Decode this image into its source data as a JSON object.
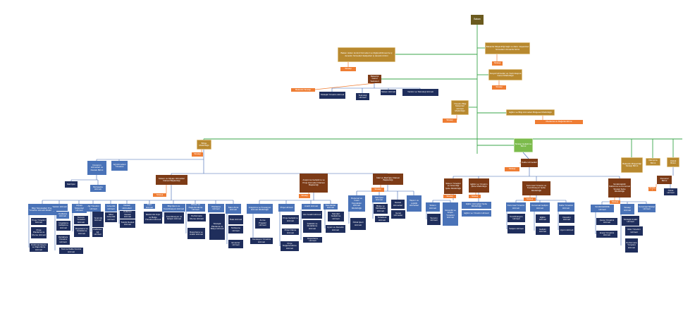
{
  "colors": {
    "root": "#6b5a1e",
    "gold": "#b8892f",
    "brown": "#7d3b16",
    "orange": "#ef7d33",
    "blue": "#4a73b8",
    "navy": "#1f2e5c",
    "green": "#7cbb4c",
    "spine": "#3aa64a",
    "link": "#3b64b0"
  },
  "nodes": {
    "r0": "Bakan",
    "t1": "Bakanlık Müşavirliği bağlı ve daire müşavirleri hizmetleri Uzmanlık birimi",
    "t1a": "Strateji",
    "t2": "Bakan üstten kontrol hizmetleri ve bilgilendirilmesi ile iç denetim hizmetleri faaliyetleri iç denetim birimi",
    "t2a": "Strateji",
    "t3": "Bakanlık Genel Sekreteri",
    "t3a": "Bakanlık Strateji",
    "t3b": "Stratejik Yönetim Hizmeti",
    "t3c": "Teknoloji Hizmeti",
    "t3d": "Sistem Hizmeti",
    "t3e": "Yazılım ve Teknoloji Hizmeti",
    "t4": "Sosyal Hizmetler ve Yardımlaşma Genel Müdürlüğü",
    "t4a": "Strateji",
    "t5": "Yönetim Bilgi Sistemleri Hizmeti Müdürlüğü",
    "t5a": "Strateji",
    "t6": "Eğitim ve Bilgi Hizmetleri Bölgesel Müdürlüğü",
    "t6a": "Planlama ve Değerlendirme",
    "L0": "Bölge Müdürlüğü",
    "L0a": "Strateji",
    "L1": "Donanım Hizmetleri ve Destek Birimi",
    "L2": "Ağ Hizmetleri Yönetimi",
    "L3": "Mali İşler",
    "L4": "Muhasebe Hizmeti",
    "L5": "Sistem ve Altyapı Hizmetleri Dairesi Başkanlığı",
    "L5a": "Strateji",
    "A1h": "Bilgi Teknolojileri Proje Yönetimi Hizmeti Müdürlüğü",
    "A1a": "Proje Yönetimi Hizmeti",
    "A1b": "Proje Planlama ve İzleme Hizmeti",
    "A1c": "Dokümantasyon ve Raporlama Hizmeti",
    "A2h": "Yazılım Hizmeti",
    "A2s": "Kodlama Hizmeti",
    "A2a": "Uygulama Geliştirme Hizmeti",
    "A2b": "Veritabanı Yönetimi Hizmeti",
    "A2c": "Test ve Kalite Kontrol Hizmeti",
    "A3h": "Altyapı Sistemleri Hizmeti",
    "A3a": "Sunucu Yönetimi Hizmeti",
    "A3b": "Depolama ve Yedekleme Hizmeti",
    "A4h": "Ağ Yönetimi Hizmeti",
    "A4a": "Yerel Ağ Hizmeti",
    "A4b": "Kablosuz Ağ Hizmeti",
    "A5h": "Güvenlik Hizmeti",
    "A5a": "Siber Güvenlik Hizmeti",
    "A6h": "Destek Hizmetleri",
    "A6a": "Kullanıcı Destek Hizmeti",
    "A6b": "Teknik Destek Hizmeti",
    "A7h": "Arşiv Hizmeti",
    "A7a": "Elektronik Arşiv ve Belge Yönetimi Hizmeti",
    "A8h": "Bilgi İşlem ve Koordinasyon Hizmeti",
    "A8a": "Koordinasyon ve İletişim Hizmeti",
    "A9h": "İzleme ve Değerlendirme Hizmeti",
    "A9a": "Performans İzleme Hizmeti",
    "A9b": "Raporlama ve Analiz Hizmeti",
    "A10h": "Planlama Hizmeti",
    "A10a": "Stratejik Planlama ve Bütçe Hizmeti",
    "A11h": "Satın Alma Hizmeti",
    "A11a": "İhale Hizmeti",
    "A11b": "Sözleşme Hizmeti",
    "A11c": "Envanter Hizmeti",
    "M0": "Araştırma Geliştirme ve Proje Hizmetleri Dairesi Başkanlığı",
    "M0a": "Strateji",
    "M1h": "Araştırma ve İnovasyon Hizmeti Müdürlüğü",
    "M1a": "Ar-Ge Projeleri Hizmeti",
    "M1b": "İnovasyon Yönetimi Hizmeti",
    "M2h": "Proje Hizmeti",
    "M2a": "Proje Geliştirme Hizmeti",
    "M2b": "Proje İzleme Hizmeti",
    "M2c": "Proje Değerlendirme Hizmeti",
    "M3h": "Analiz Hizmeti",
    "M3a": "Veri Analizi Hizmeti",
    "M3b": "İstatistik ve Modelleme Hizmeti",
    "M3c": "Raporlama Hizmeti",
    "M4h": "Standartlar Hizmeti",
    "M4a": "Standart Geliştirme Hizmeti",
    "M4b": "Uyum ve Denetim Hizmeti",
    "I0": "İdari ve Mali İşler Dairesi Başkanlığı",
    "I0a": "Strateji",
    "I1h": "Personel ve İnsan Kaynakları Hizmeti Müdürlüğü",
    "I1a": "Özlük İşleri Hizmeti",
    "I2h": "Mali İşler Hizmeti",
    "I2a": "Bütçe ve Muhasebe Hizmeti",
    "I2b": "Tahakkuk Hizmeti",
    "I3a": "Destek Hizmetleri",
    "I3b": "Genel Hizmetler",
    "I4h": "Taşınır ve Lojistik Hizmetleri",
    "R0": "Strateji Geliştirme Birimi",
    "R1": "Kalite Hizmetleri",
    "R1a": "Strateji",
    "R2": "Sistem Yönetimi ve Güvenliği Şube Müdürlüğü",
    "R2a": "Strateji",
    "R2b": "Sistem Hizmeti",
    "R2c": "Sunucu Hizmeti",
    "R2d": "Güvenlik ve Erişim Yönetimi Hizmeti",
    "R3": "Eğitim ve Yönetim Şube Müdürlüğü",
    "R3a": "Strateji",
    "R3b": "Eğitim Hizmetleri Şube Müdürlüğü",
    "R3c": "Eğitim ve Yönetim Hizmeti",
    "R4": "Kurumsal Yönetim ve Koordinasyon Şube Müdürlüğü",
    "R4a": "Strateji",
    "R4b": "Kurumsal Yönetim Hizmeti",
    "R4c": "Koordinasyon Hizmeti",
    "R4d": "İletişim Hizmeti",
    "R4e": "Kurumsal Gelişim Hizmeti",
    "R4f": "Eğitim Hizmeti",
    "R4g": "Gelişim Hizmeti",
    "R4h": "Kalite Yönetimi Hizmeti",
    "R4i": "Denetim Hizmeti",
    "R4j": "Uyum Hizmeti",
    "R5": "Sürdürülebilir Kalkınma ve Kurumsal Strateji Şube Müdürlüğü",
    "R5a": "Strateji",
    "R5b": "Sürdürülebilirlik Hizmeti",
    "R5c": "Çevre Yönetimi Hizmeti",
    "R5d": "Enerji Yönetimi Hizmeti",
    "R5e": "Strateji Hizmeti",
    "R5f": "Stratejik Analiz Hizmeti",
    "R5g": "Risk Yönetimi Hizmeti",
    "R5h": "Performans Yönetimi Hizmeti",
    "R5i": "Kurumsal Strateji Hizmeti",
    "R6": "Bakanlık Müşavirliği Strateji Birimi",
    "R7": "Danışma Birimi",
    "R8": "Hukuk Birimi",
    "R9": "Personel Birimi",
    "R9a": "Strateji",
    "R9b": "Özlük Hizmeti"
  }
}
